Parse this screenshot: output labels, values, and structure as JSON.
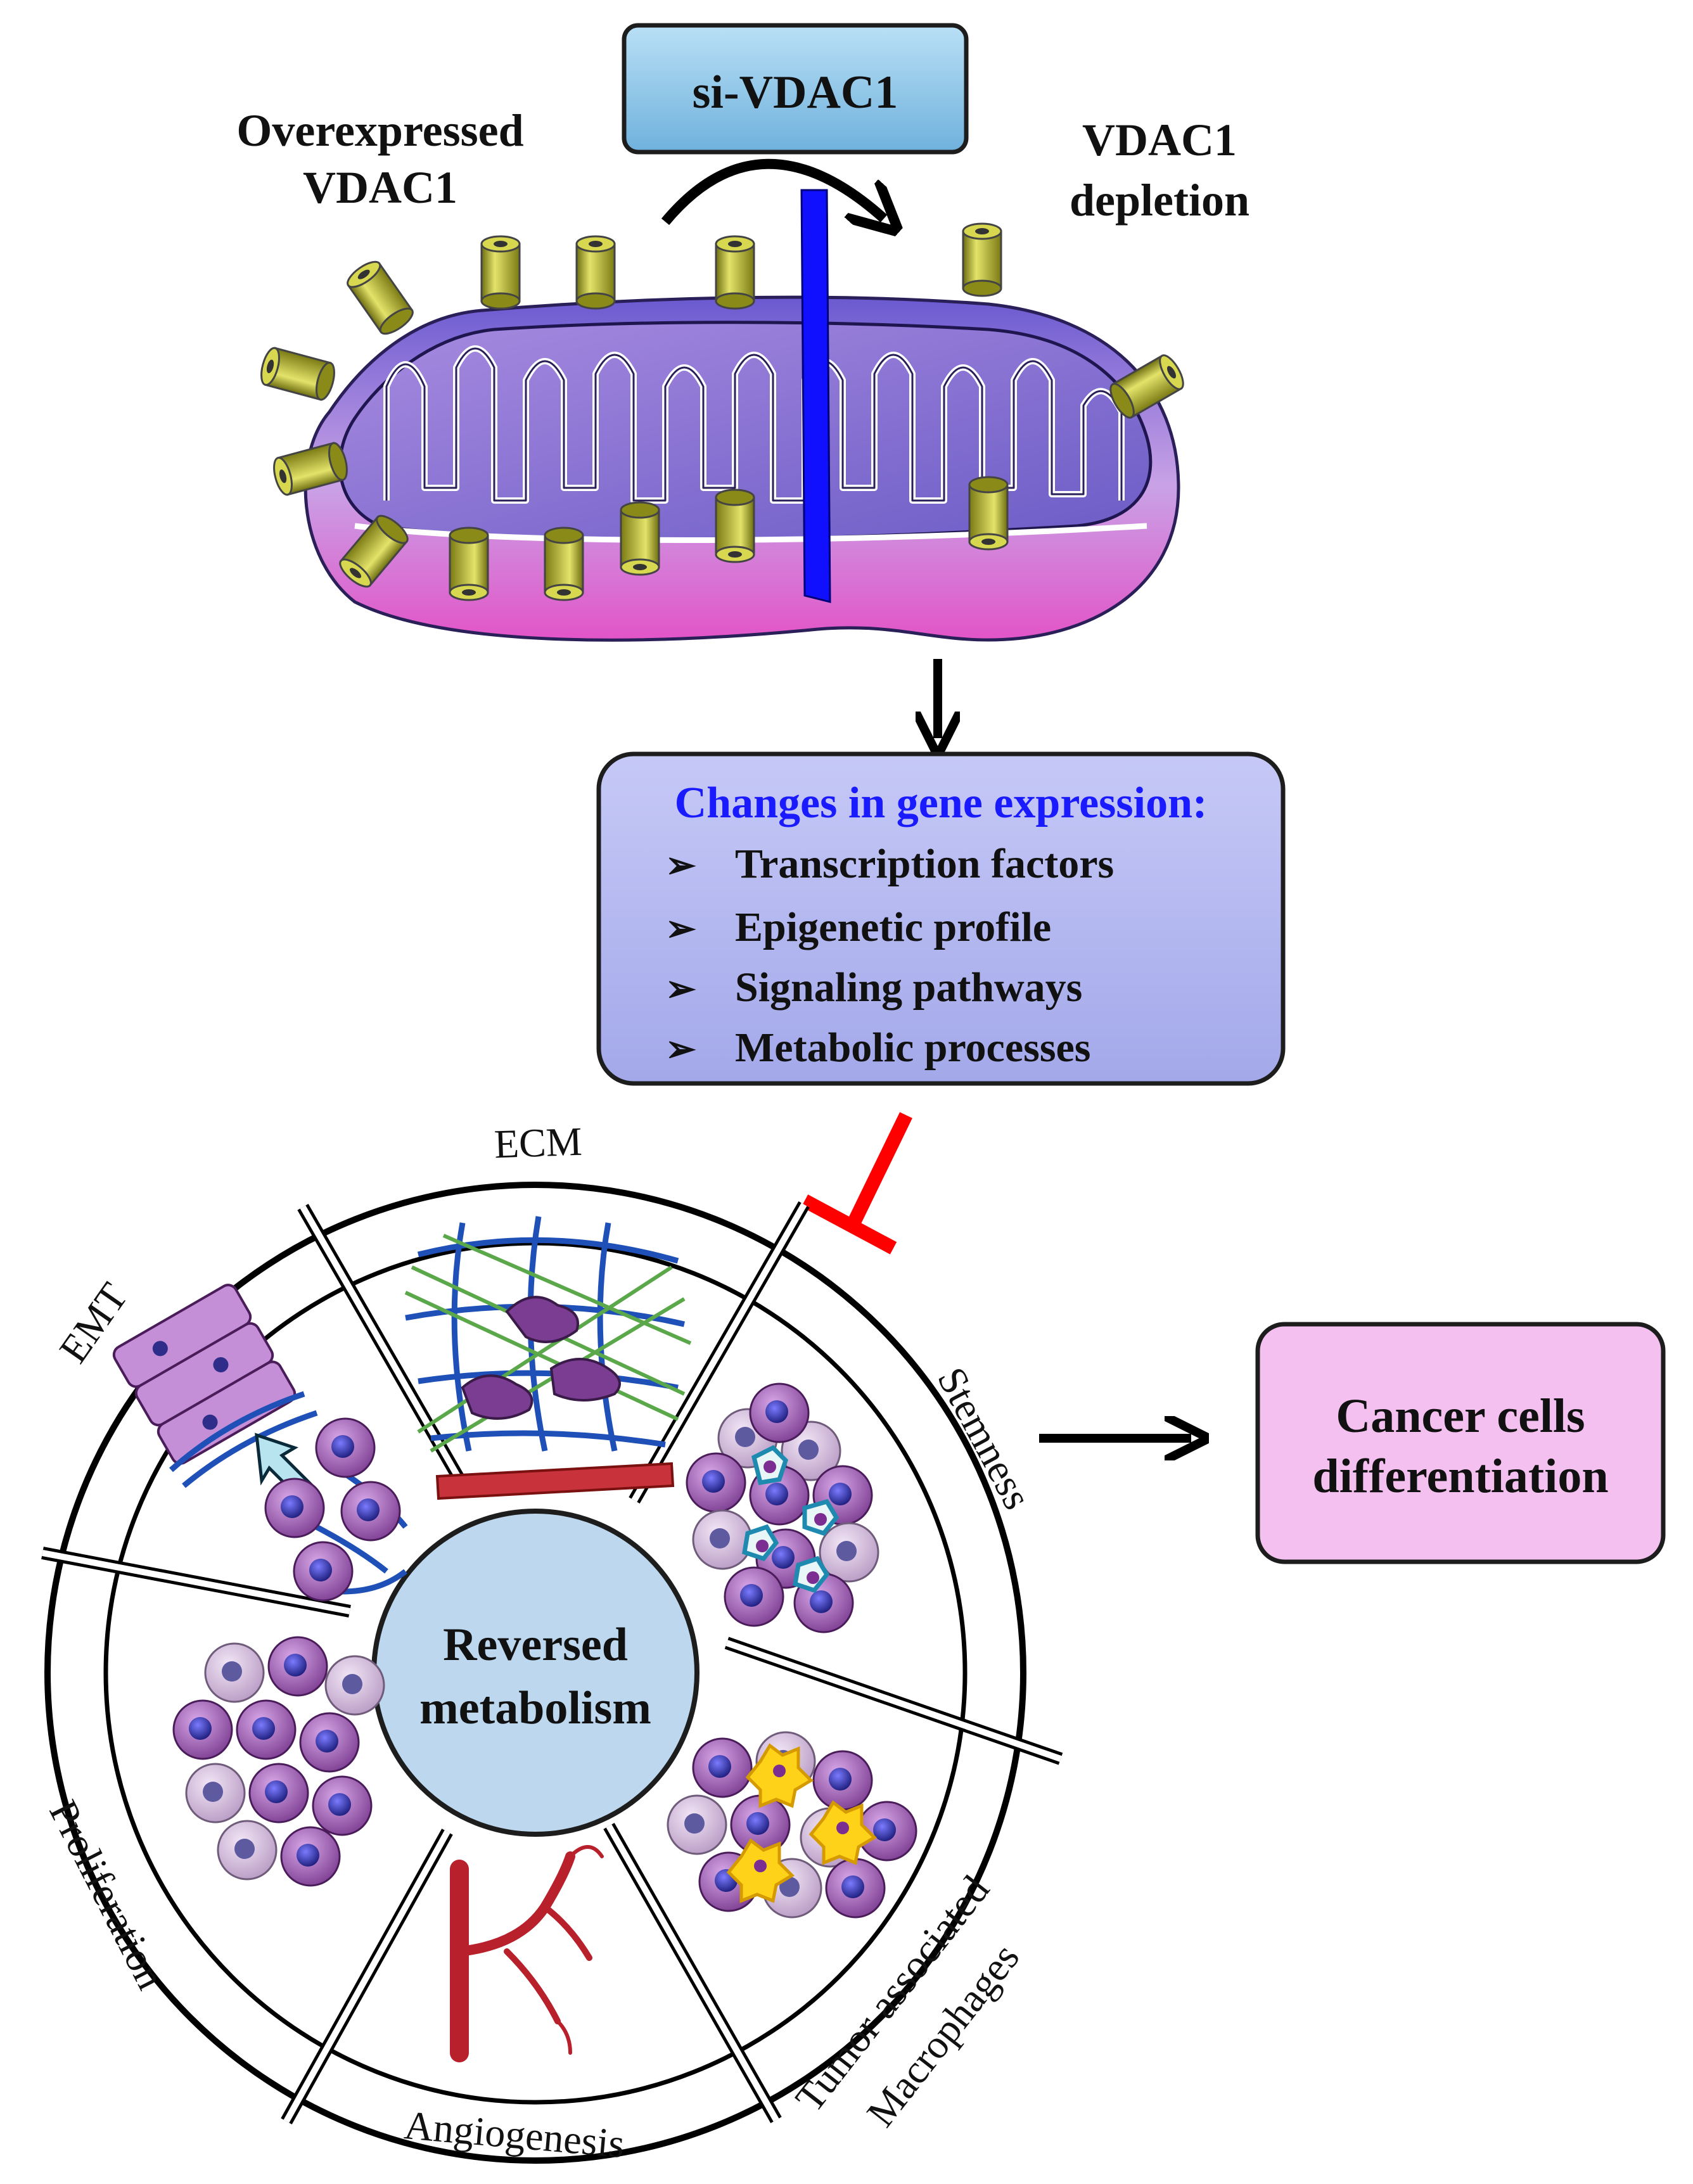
{
  "top": {
    "si_box": "si-VDAC1",
    "left_label": [
      "Overexpressed",
      "VDAC1"
    ],
    "right_label": [
      "VDAC1",
      "depletion"
    ]
  },
  "gene_box": {
    "title": "Changes in gene expression:",
    "items": [
      "Transcription  factors",
      "Epigenetic profile",
      "Signaling  pathways",
      "Metabolic processes"
    ],
    "bullet": "➢"
  },
  "wheel": {
    "center": [
      "Reversed",
      "metabolism"
    ],
    "segments": [
      "ECM",
      "Stemness",
      "Tumor associated",
      "Macrophages",
      "Angiogenesis",
      "Proliferation",
      "EMT"
    ]
  },
  "outcome": [
    "Cancer cells",
    "differentiation"
  ],
  "colors": {
    "si_box": "#8ec8ea",
    "gene_box": "#b4b8f0",
    "gene_title": "#1a1aff",
    "center": "#bcd7ee",
    "outcome": "#f4c0f0",
    "inhibit": "#ff0000",
    "channel": "#c9c93a",
    "separator": "#1010ff"
  }
}
